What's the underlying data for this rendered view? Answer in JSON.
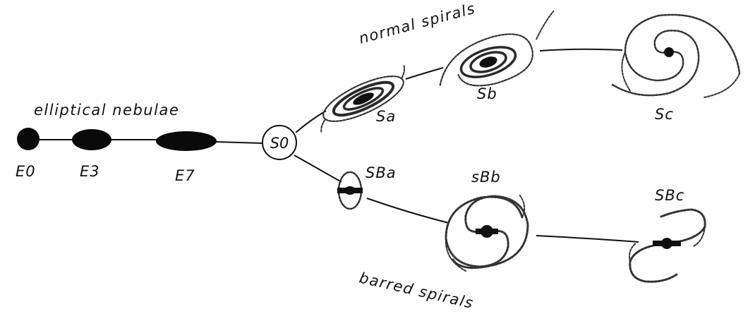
{
  "diagram": {
    "group_labels": {
      "elliptical": "elliptical nebulae",
      "normal": "normal spirals",
      "barred": "barred spirals"
    },
    "nodes": {
      "e0": "E0",
      "e3": "E3",
      "e7": "E7",
      "s0": "S0",
      "sa": "Sa",
      "sb": "Sb",
      "sc": "Sc",
      "sba": "SBa",
      "sbb": "sBb",
      "sbc": "SBc"
    }
  }
}
